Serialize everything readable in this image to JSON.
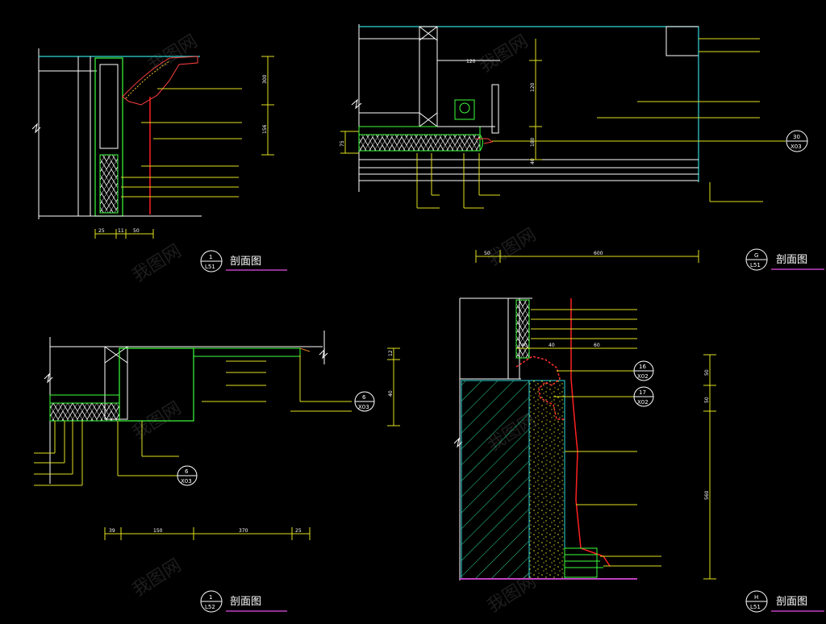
{
  "watermark_text": "我图网",
  "sections": [
    {
      "id": "section-1",
      "title": "剖面图",
      "badge_top": "1",
      "badge_bottom": "L51",
      "dims_h": [
        "25",
        "11",
        "50"
      ],
      "dims_v": [
        "300",
        "156"
      ]
    },
    {
      "id": "section-g",
      "title": "剖面图",
      "badge_top": "G",
      "badge_bottom": "L51",
      "dims_h": [
        "50",
        "600"
      ],
      "dims_v": [
        "120",
        "180",
        "40"
      ],
      "callout_top": "30",
      "callout_bottom": "X03",
      "dim_left": "75",
      "dim_top": "120"
    },
    {
      "id": "section-1b",
      "title": "剖面图",
      "badge_top": "1",
      "badge_bottom": "L52",
      "dims_h": [
        "39",
        "150",
        "370",
        "25"
      ],
      "dims_v": [
        "12",
        "40"
      ],
      "callout_a_top": "6",
      "callout_a_bottom": "X03",
      "callout_b_top": "6",
      "callout_b_bottom": "X03"
    },
    {
      "id": "section-h",
      "title": "剖面图",
      "badge_top": "H",
      "badge_bottom": "L51",
      "dims_h": [
        "40",
        "40",
        "60"
      ],
      "dims_v": [
        "50",
        "50",
        "560"
      ],
      "callout_a_top": "16",
      "callout_a_bottom": "X02",
      "callout_b_top": "17",
      "callout_b_bottom": "X02"
    }
  ]
}
